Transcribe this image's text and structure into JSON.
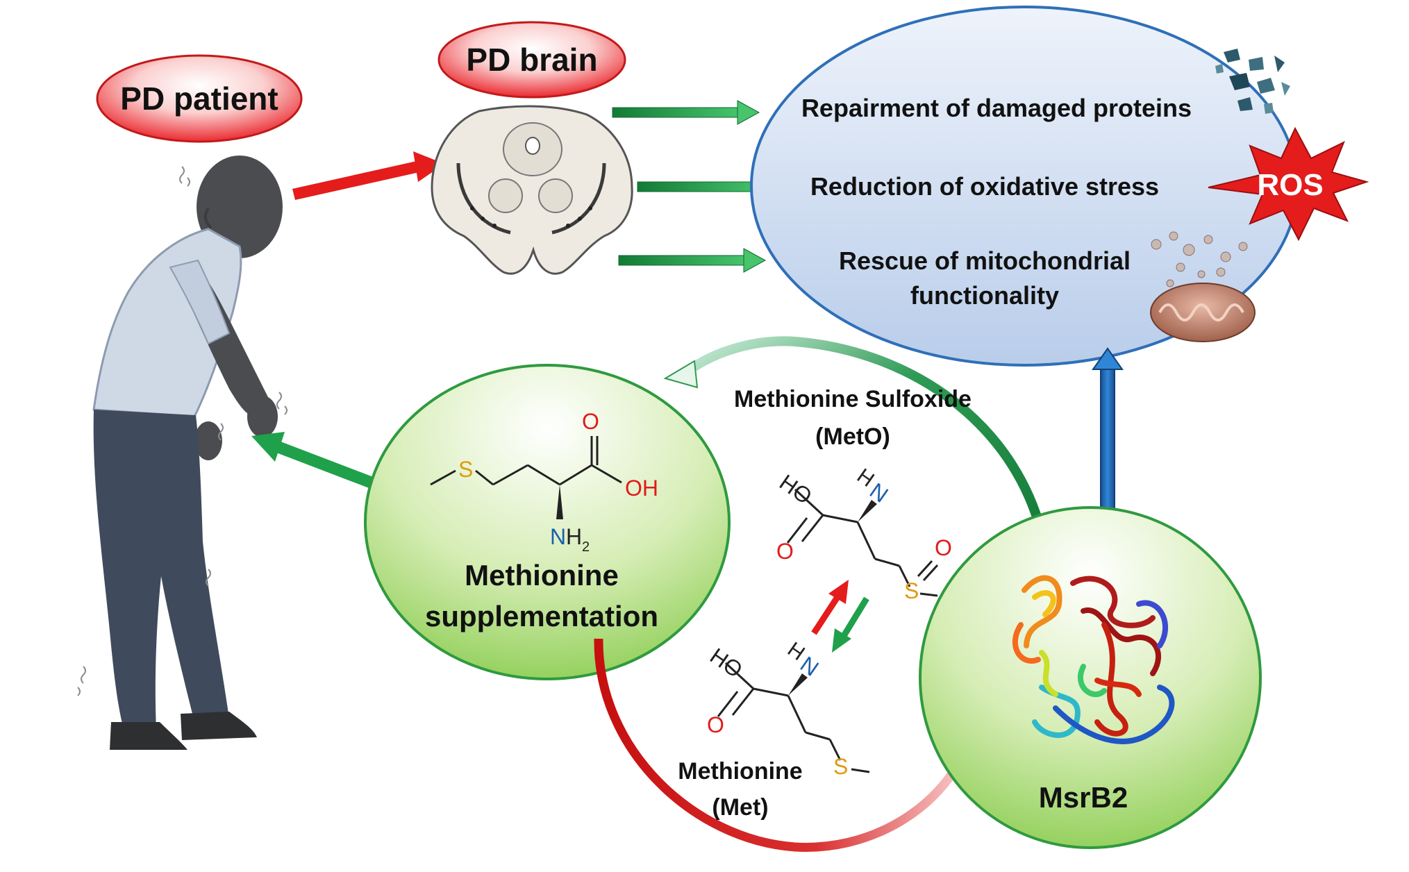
{
  "labels": {
    "pd_patient": "PD patient",
    "pd_brain": "PD brain"
  },
  "effects": {
    "item1": "Repairment of damaged proteins",
    "item2": "Reduction of oxidative stress",
    "item3_line1": "Rescue of mitochondrial",
    "item3_line2": "functionality",
    "ros": "ROS"
  },
  "supplementation": {
    "line1": "Methionine",
    "line2": "supplementation"
  },
  "cycle": {
    "sulfoxide_line1": "Methionine Sulfoxide",
    "sulfoxide_line2": "(MetO)",
    "methionine_line1": "Methionine",
    "methionine_line2": "(Met)",
    "enzyme": "MsrB2"
  },
  "atoms": {
    "sulfur": "S",
    "oxygen": "O",
    "hydroxyl": "OH",
    "ho": "HO",
    "nitrogen": "N",
    "hydrogen": "H",
    "subscript_two": "2"
  },
  "colors": {
    "pill_fill": "#e8131a",
    "ellipse_fill": "#c9d8f0",
    "green_arrow": "#1fa04a",
    "red_arrow": "#e51c1c",
    "blue_arrow": "#1f6fb8",
    "circle_green": "#9fd36b",
    "oxygen_atom": "#e21b1b",
    "nitrogen_atom": "#1d5fae",
    "sulfur_atom": "#e09a12"
  }
}
